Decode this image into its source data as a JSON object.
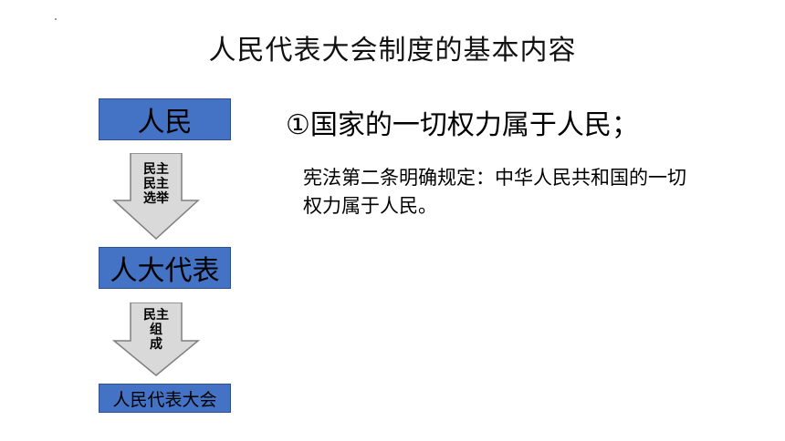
{
  "title": "人民代表大会制度的基本内容",
  "flow": {
    "box1": "人民",
    "arrow1": "民主\n民主\n选举",
    "box2": "人大代表",
    "arrow2": "民主\n组\n成",
    "box3": "人民代表大会"
  },
  "statement": "①国家的一切权力属于人民；",
  "detail": "宪法第二条明确规定：中华人民共和国的一切权力属于人民。",
  "colors": {
    "box_fill": "#4472c4",
    "arrow_fill": "#d9d9d9"
  }
}
